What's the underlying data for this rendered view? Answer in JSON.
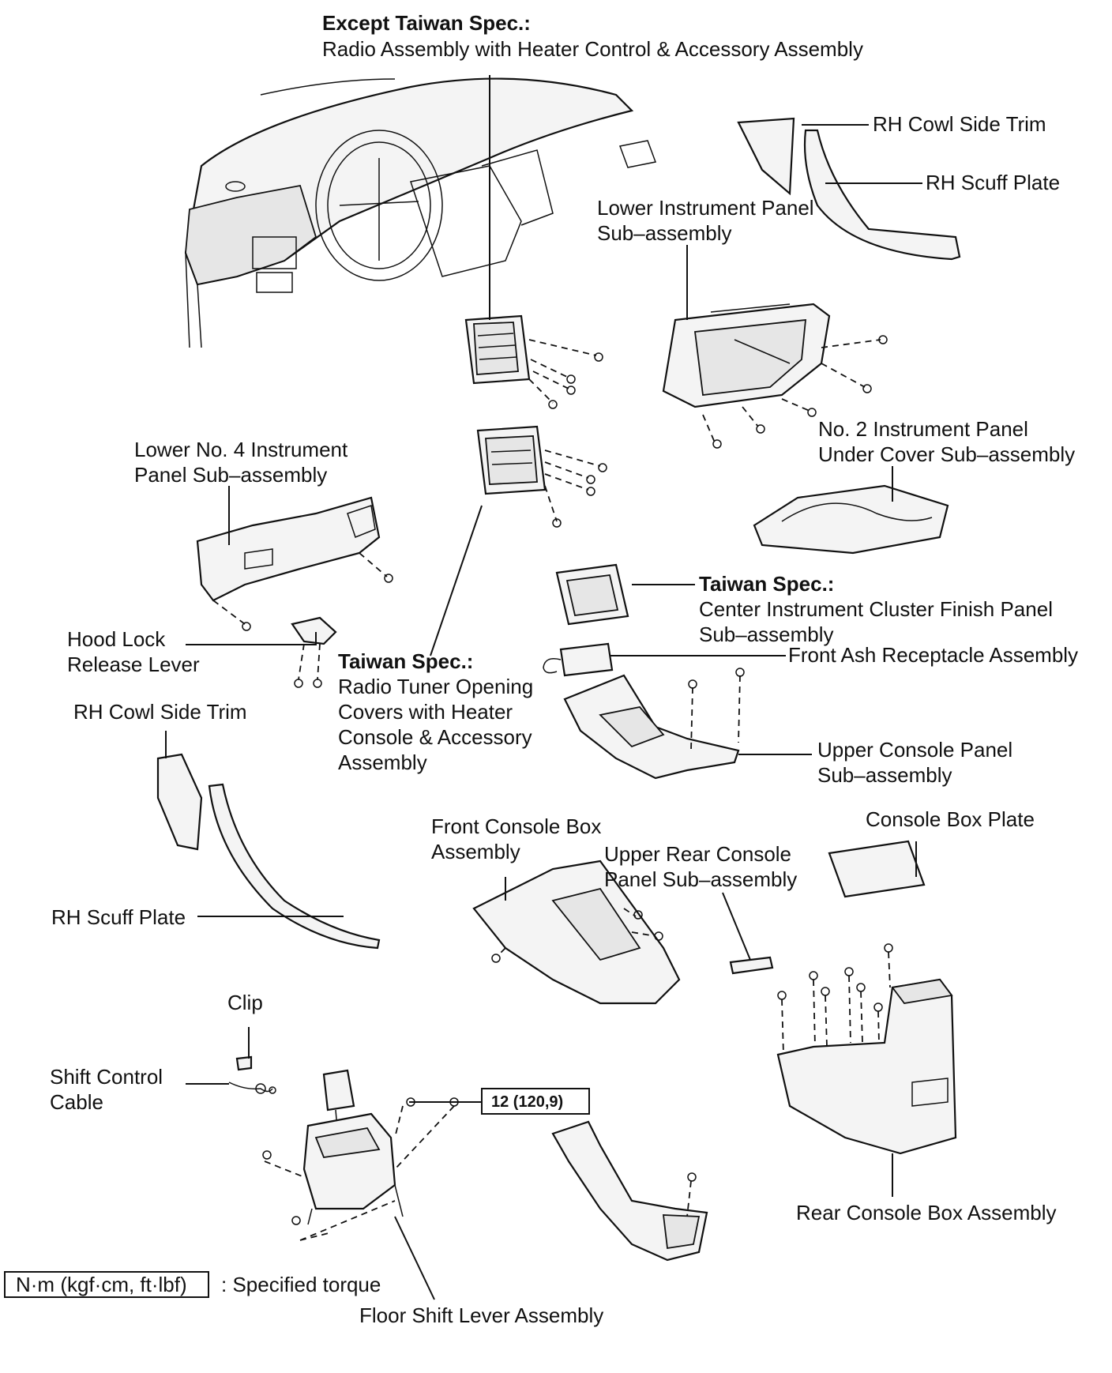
{
  "labels": {
    "except_taiwan_heading": "Except Taiwan Spec.:",
    "radio_assembly": "Radio Assembly with Heater Control & Accessory Assembly",
    "rh_cowl_side_trim_top": "RH Cowl Side Trim",
    "rh_scuff_plate_top": "RH Scuff Plate",
    "lower_ip_line1": "Lower Instrument Panel",
    "lower_ip_line2": "Sub–assembly",
    "no2_ip_line1": "No. 2 Instrument Panel",
    "no2_ip_line2": "Under Cover Sub–assembly",
    "lower_no4_line1": "Lower No. 4 Instrument",
    "lower_no4_line2": "Panel Sub–assembly",
    "taiwan_heading_center": "Taiwan Spec.:",
    "center_cluster_line1": "Center Instrument Cluster Finish Panel",
    "center_cluster_line2": "Sub–assembly",
    "hood_lock_line1": "Hood Lock",
    "hood_lock_line2": "Release Lever",
    "taiwan_heading_radio": "Taiwan Spec.:",
    "radio_tuner_line1": "Radio Tuner Opening",
    "radio_tuner_line2": "Covers with Heater",
    "radio_tuner_line3": "Console & Accessory",
    "radio_tuner_line4": "Assembly",
    "front_ash": "Front Ash Receptacle Assembly",
    "rh_cowl_side_trim_left": "RH Cowl Side Trim",
    "upper_console_line1": "Upper Console Panel",
    "upper_console_line2": "Sub–assembly",
    "console_box_plate": "Console Box Plate",
    "front_console_line1": "Front Console Box",
    "front_console_line2": "Assembly",
    "upper_rear_line1": "Upper Rear Console",
    "upper_rear_line2": "Panel Sub–assembly",
    "rh_scuff_plate_left": "RH Scuff Plate",
    "clip": "Clip",
    "shift_cable_line1": "Shift Control",
    "shift_cable_line2": "Cable",
    "torque_value": "12 (120,9)",
    "rear_console_box": "Rear Console Box Assembly",
    "torque_units": "N·m (kgf·cm, ft·lbf)",
    "specified_torque": ": Specified torque",
    "floor_shift": "Floor Shift Lever Assembly"
  }
}
